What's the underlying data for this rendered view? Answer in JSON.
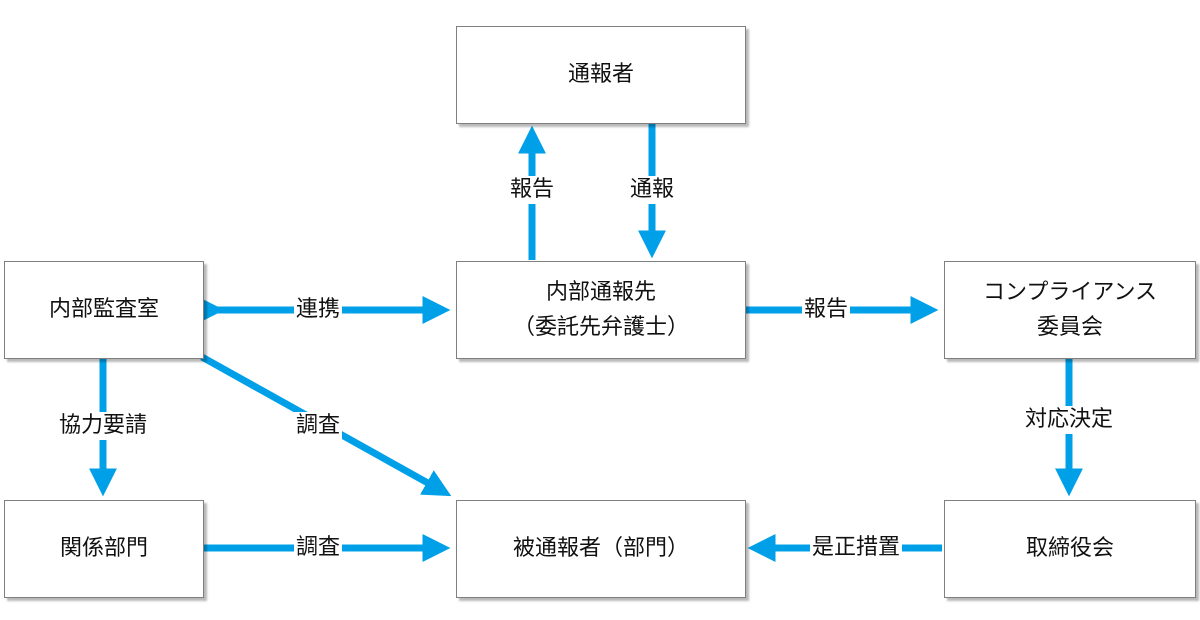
{
  "colors": {
    "arrow": "#00a0e9",
    "box_border": "#7f7f7f"
  },
  "nodes": {
    "whistleblower": {
      "label": "通報者"
    },
    "contact": {
      "line1": "内部通報先",
      "line2": "（委託先弁護士）"
    },
    "audit": {
      "label": "内部監査室"
    },
    "committee": {
      "line1": "コンプライアンス",
      "line2": "委員会"
    },
    "related": {
      "label": "関係部門"
    },
    "reported": {
      "label": "被通報者（部門）"
    },
    "board": {
      "label": "取締役会"
    }
  },
  "edges": {
    "report_up": "報告",
    "whistle": "通報",
    "cooperate": "連携",
    "report_right": "報告",
    "request": "協力要請",
    "investigate_diag": "調査",
    "decide": "対応決定",
    "investigate": "調査",
    "correct": "是正措置"
  }
}
